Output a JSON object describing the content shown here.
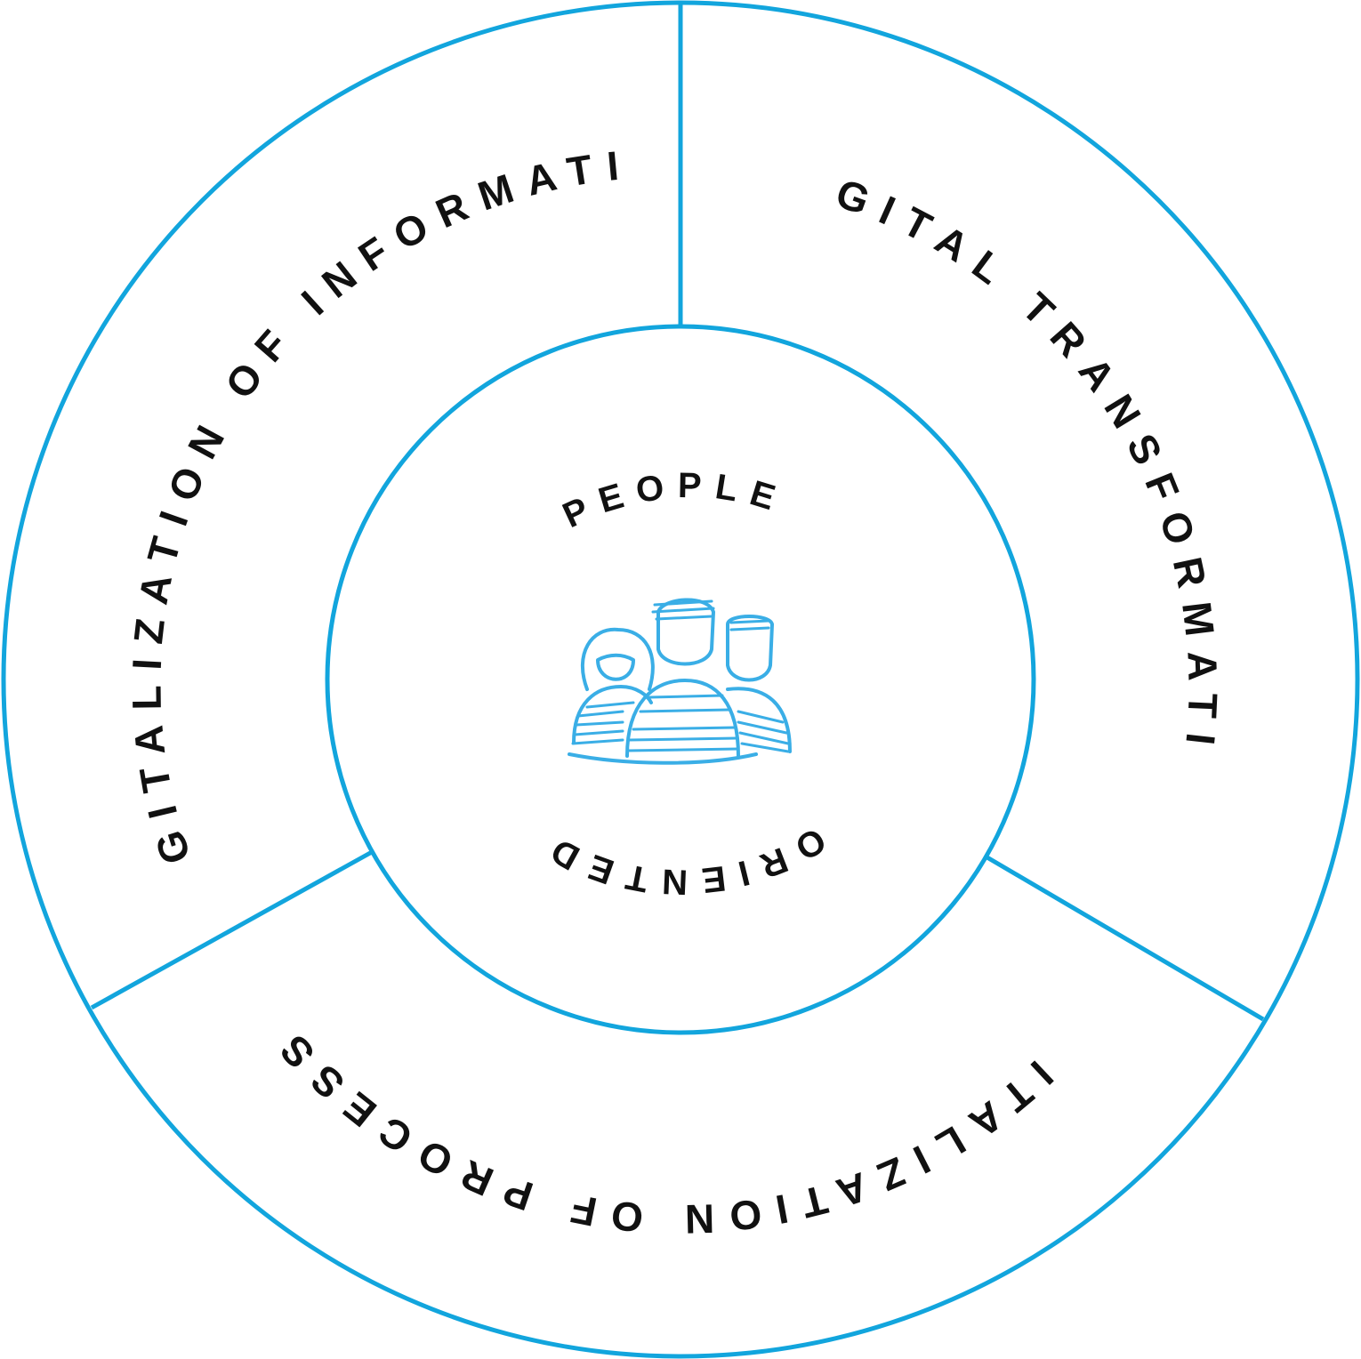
{
  "diagram": {
    "segments": [
      {
        "label": "DIGITALIZATION OF INFORMATION"
      },
      {
        "label": "DIGITAL TRANSFORMATION"
      },
      {
        "label": "DIGITALIZATION OF PROCESSES"
      }
    ],
    "center": {
      "top_label": "PEOPLE",
      "bottom_label": "ORIENTED",
      "icon": "people-group-icon"
    },
    "colors": {
      "lines": "#12a5dd",
      "icon": "#3aaee6",
      "text": "#111111"
    }
  }
}
